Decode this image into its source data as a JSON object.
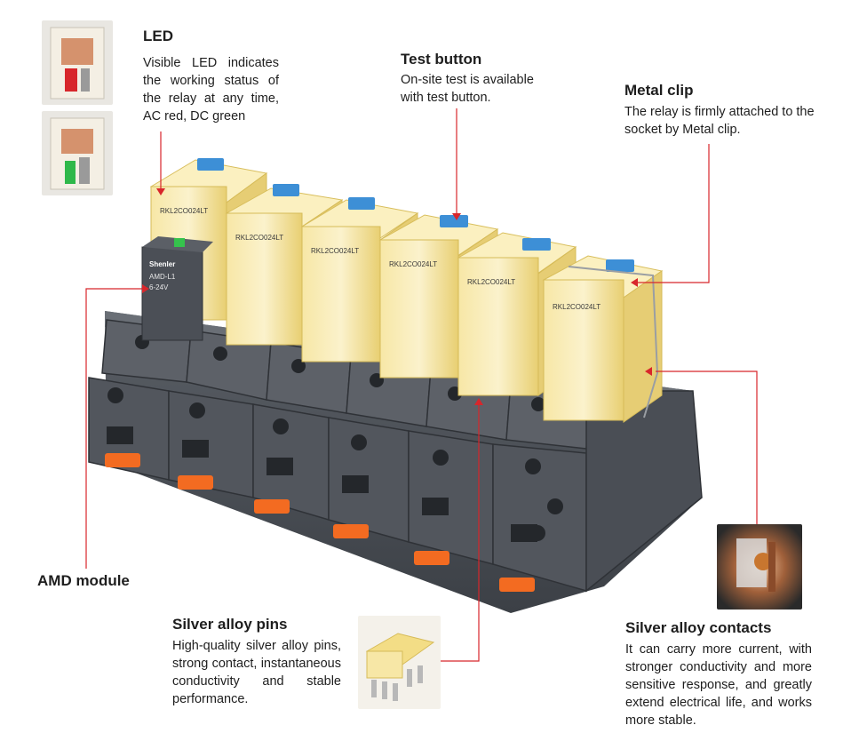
{
  "led": {
    "title": "LED",
    "desc": "Visible LED indicates the working status of the relay at any time, AC red, DC green"
  },
  "test_button": {
    "title": "Test button",
    "desc": "On-site test is available with test button."
  },
  "metal_clip": {
    "title": "Metal clip",
    "desc": "The relay is firmly attached to the socket by Metal clip."
  },
  "amd_module": {
    "title": "AMD module"
  },
  "silver_pins": {
    "title": "Silver alloy pins",
    "desc": "High-quality silver alloy pins, strong contact, instantaneous conductivity and stable performance."
  },
  "silver_contacts": {
    "title": "Silver alloy contacts",
    "desc": "It can carry more current, with stronger conductivity and more sensitive response, and greatly extend electrical life, and works more stable."
  },
  "product": {
    "brand": "Shenler",
    "relay_model": "RKL2CO024LT",
    "module_model": "AMD-L1",
    "module_voltage": "6-24V"
  },
  "colors": {
    "pointer_line": "#d8262b",
    "relay_amber": "#f3dd86",
    "socket_gray": "#4a4e55",
    "clip_orange": "#f36b21",
    "button_blue": "#3d8fd6"
  }
}
